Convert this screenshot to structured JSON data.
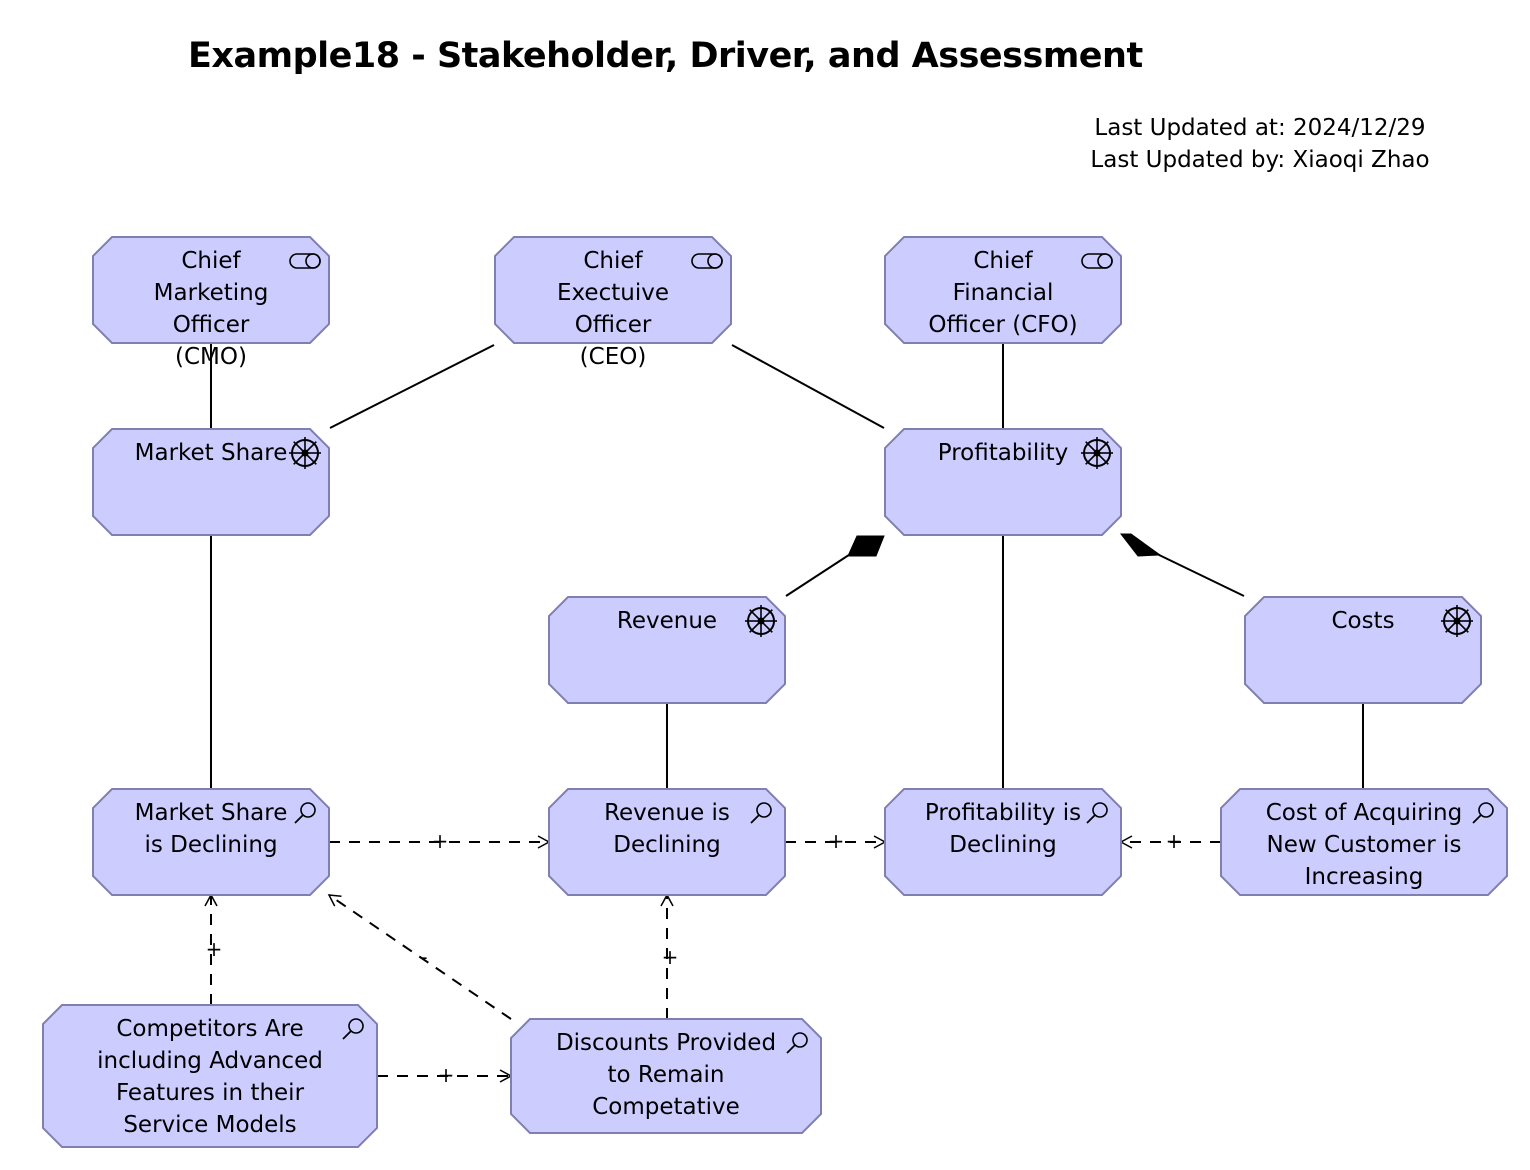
{
  "title": "Example18 - Stakeholder, Driver, and Assessment",
  "meta": {
    "updated_at": "Last Updated at: 2024/12/29",
    "updated_by": "Last Updated by: Xiaoqi Zhao"
  },
  "colors": {
    "fill": "#ccccff",
    "stroke": "#8080b0",
    "line": "#000000"
  },
  "nodes": {
    "cmo": {
      "label": "Chief Marketing Officer (CMO)",
      "kind": "stakeholder",
      "icon": "stakeholder-icon"
    },
    "ceo": {
      "label": "Chief Exectuive Officer (CEO)",
      "kind": "stakeholder",
      "icon": "stakeholder-icon"
    },
    "cfo": {
      "label": "Chief Financial Officer (CFO)",
      "kind": "stakeholder",
      "icon": "stakeholder-icon"
    },
    "market_share": {
      "label": "Market Share",
      "kind": "driver",
      "icon": "driver-icon"
    },
    "profitability": {
      "label": "Profitability",
      "kind": "driver",
      "icon": "driver-icon"
    },
    "revenue": {
      "label": "Revenue",
      "kind": "driver",
      "icon": "driver-icon"
    },
    "costs": {
      "label": "Costs",
      "kind": "driver",
      "icon": "driver-icon"
    },
    "ms_declining": {
      "label": "Market Share is Declining",
      "kind": "assessment",
      "icon": "assessment-icon"
    },
    "rev_declining": {
      "label": "Revenue is Declining",
      "kind": "assessment",
      "icon": "assessment-icon"
    },
    "prof_declining": {
      "label": "Profitability is Declining",
      "kind": "assessment",
      "icon": "assessment-icon"
    },
    "cost_increasing": {
      "label": "Cost of Acquiring New Customer is Increasing",
      "kind": "assessment",
      "icon": "assessment-icon"
    },
    "competitors": {
      "label": "Competitors Are including Advanced Features in their Service Models",
      "kind": "assessment",
      "icon": "assessment-icon"
    },
    "discounts": {
      "label": "Discounts Provided to Remain Competative",
      "kind": "assessment",
      "icon": "assessment-icon"
    }
  },
  "relations": [
    {
      "from": "cmo",
      "to": "market_share",
      "type": "association"
    },
    {
      "from": "ceo",
      "to": "market_share",
      "type": "association"
    },
    {
      "from": "ceo",
      "to": "profitability",
      "type": "association"
    },
    {
      "from": "cfo",
      "to": "profitability",
      "type": "association"
    },
    {
      "from": "profitability",
      "to": "revenue",
      "type": "composition"
    },
    {
      "from": "profitability",
      "to": "costs",
      "type": "composition"
    },
    {
      "from": "market_share",
      "to": "ms_declining",
      "type": "association"
    },
    {
      "from": "revenue",
      "to": "rev_declining",
      "type": "association"
    },
    {
      "from": "profitability",
      "to": "prof_declining",
      "type": "association"
    },
    {
      "from": "costs",
      "to": "cost_increasing",
      "type": "association"
    },
    {
      "from": "ms_declining",
      "to": "rev_declining",
      "type": "influence",
      "label": "+"
    },
    {
      "from": "rev_declining",
      "to": "prof_declining",
      "type": "influence",
      "label": "+"
    },
    {
      "from": "cost_increasing",
      "to": "prof_declining",
      "type": "influence",
      "label": "+"
    },
    {
      "from": "competitors",
      "to": "ms_declining",
      "type": "influence",
      "label": "+"
    },
    {
      "from": "discounts",
      "to": "ms_declining",
      "type": "influence",
      "label": "-"
    },
    {
      "from": "discounts",
      "to": "rev_declining",
      "type": "influence",
      "label": "+"
    },
    {
      "from": "competitors",
      "to": "discounts",
      "type": "influence",
      "label": "+"
    }
  ]
}
